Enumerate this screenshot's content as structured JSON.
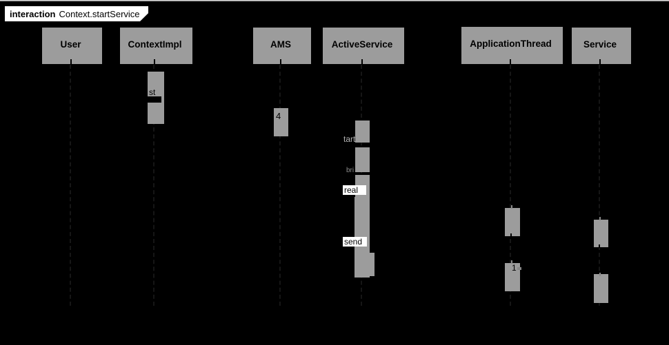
{
  "frame": {
    "keyword": "interaction",
    "title": "Context.startService"
  },
  "lifelines": [
    {
      "label": "User"
    },
    {
      "label": "ContextImpl"
    },
    {
      "label": "AMS"
    },
    {
      "label": "ActiveService"
    },
    {
      "label": "ApplicationThread"
    },
    {
      "label": "Service"
    }
  ],
  "fragments": {
    "contextimpl_call": "st",
    "ams_call": "4",
    "activeservice_call_1": "tart",
    "activeservice_call_2": "bri",
    "activeservice_call_3": "real",
    "activeservice_call_4": "send",
    "applicationthread_call": "1"
  },
  "colors": {
    "background": "#000000",
    "node_fill": "#ffffff",
    "node_border": "#000000",
    "shadow": "#9c9c9c",
    "fragment_gray": "#b5b5b5"
  }
}
